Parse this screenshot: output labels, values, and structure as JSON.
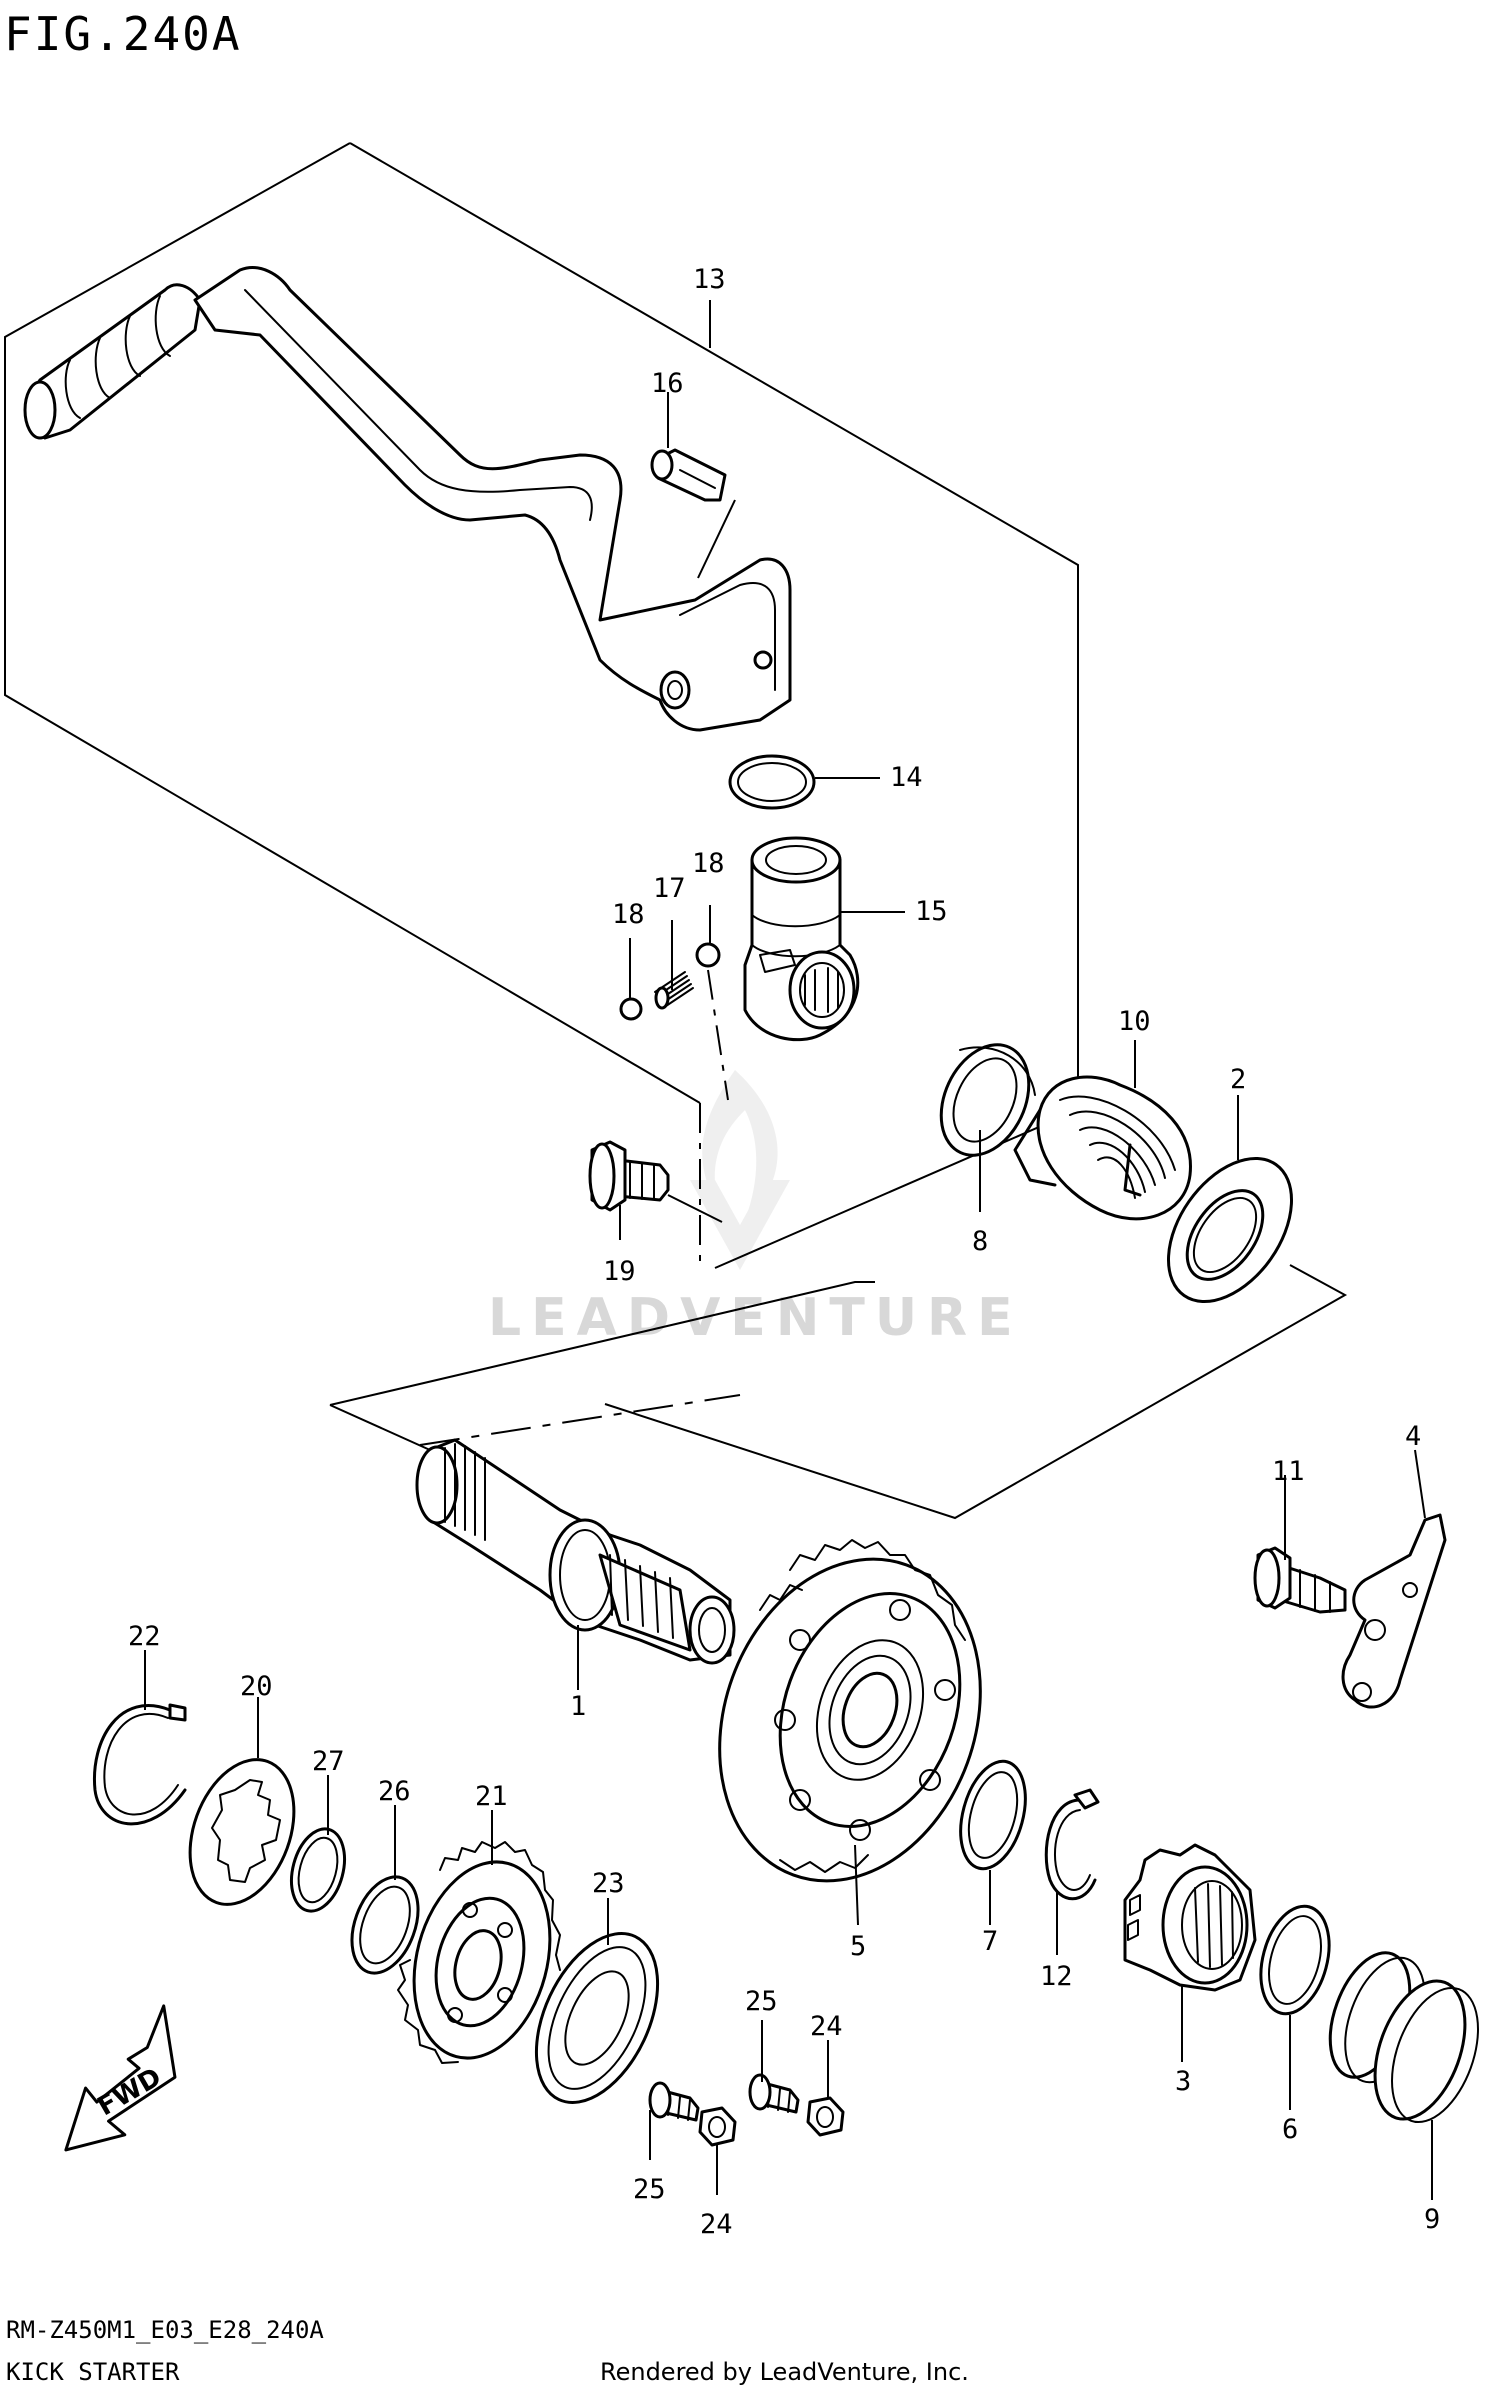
{
  "figure_title": "FIG.240A",
  "model_code": "RM-Z450M1_E03_E28_240A",
  "section_name": "KICK STARTER",
  "render_credit": "Rendered by LeadVenture, Inc.",
  "watermark": "LEADVENTURE",
  "direction_arrow": "FWD",
  "callouts": {
    "c1": "1",
    "c2": "2",
    "c3": "3",
    "c4": "4",
    "c5": "5",
    "c6": "6",
    "c7": "7",
    "c8": "8",
    "c9": "9",
    "c10": "10",
    "c11": "11",
    "c12": "12",
    "c13": "13",
    "c14": "14",
    "c15": "15",
    "c16": "16",
    "c17": "17",
    "c18a": "18",
    "c18b": "18",
    "c19": "19",
    "c20": "20",
    "c21": "21",
    "c22": "22",
    "c23": "23",
    "c24a": "24",
    "c24b": "24",
    "c25a": "25",
    "c25b": "25",
    "c26": "26",
    "c27": "27"
  }
}
